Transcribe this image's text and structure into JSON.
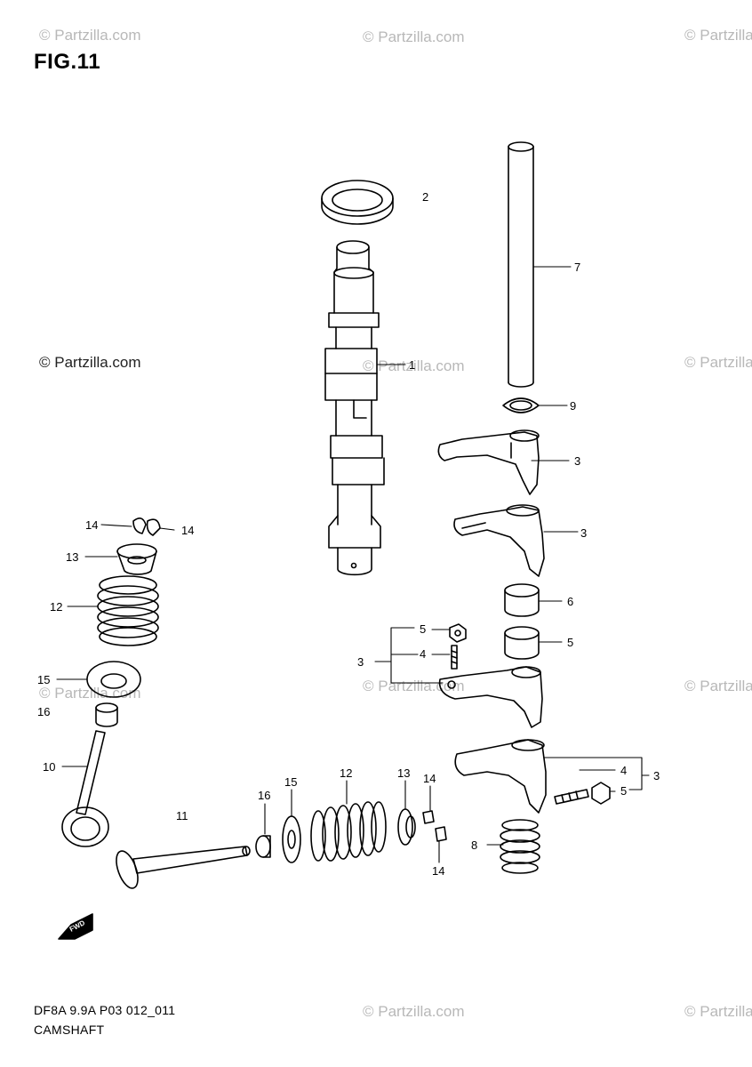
{
  "figure": {
    "title": "FIG.11"
  },
  "watermark": {
    "text": "© Partzilla.com",
    "text_dark": "© Partzilla.com"
  },
  "footer": {
    "code": "DF8A 9.9A P03 012_011",
    "name": "CAMSHAFT"
  },
  "fwd_mark": "FWD",
  "callouts": {
    "c1": "1",
    "c2": "2",
    "c3a": "3",
    "c3b": "3",
    "c3c": "3",
    "c3d": "3",
    "c4a": "4",
    "c4b": "4",
    "c5a": "5",
    "c5b": "5",
    "c5c": "5",
    "c6": "6",
    "c7": "7",
    "c8": "8",
    "c9": "9",
    "c10": "10",
    "c11": "11",
    "c12a": "12",
    "c12b": "12",
    "c13a": "13",
    "c13b": "13",
    "c14a": "14",
    "c14b": "14",
    "c14c": "14",
    "c14d": "14",
    "c15a": "15",
    "c15b": "15",
    "c16a": "16",
    "c16b": "16"
  },
  "colors": {
    "line": "#000000",
    "watermark": "#b8b8b8"
  }
}
